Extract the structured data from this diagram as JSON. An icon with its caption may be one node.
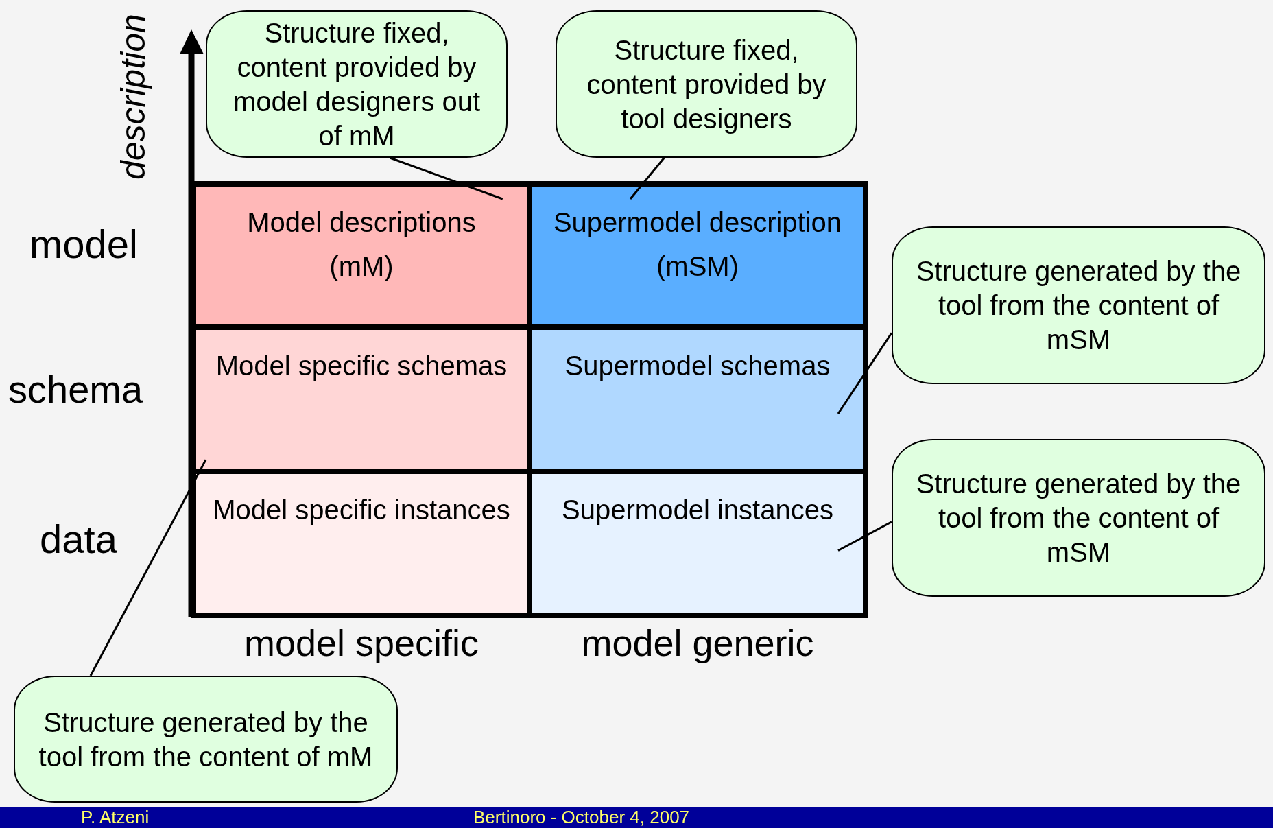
{
  "diagram": {
    "nodes": [
      {
        "text": [
          "Model descriptions (mM)"
        ]
      },
      {
        "text": [
          "Supermodel description (mSM)"
        ]
      },
      {
        "text": [
          "Model specific schemas"
        ]
      },
      {
        "text": [
          "Supermodel schemas"
        ]
      },
      {
        "text": [
          "Model specific instances"
        ]
      },
      {
        "text": [
          "Supermodel instances"
        ]
      },
      {
        "text": [
          "Structure fixed, content provided by model designers out of mM"
        ]
      },
      {
        "text": [
          "Structure generated by the tool from the content of mM"
        ]
      },
      {
        "text": [
          "Structure fixed, content provided by tool designers"
        ]
      },
      {
        "text": [
          "Structure generated by the tool from the content of mSM"
        ]
      },
      {
        "text": [
          "Structure generated by the tool from the content of mSM"
        ]
      }
    ],
    "edges": [
      {
        "from": 6,
        "to": 0,
        "arrow": "none"
      },
      {
        "from": 7,
        "to": 2,
        "arrow": "none"
      },
      {
        "from": 8,
        "to": 1,
        "arrow": "none"
      },
      {
        "from": 9,
        "to": 3,
        "arrow": "none"
      },
      {
        "from": 10,
        "to": 5,
        "arrow": "none"
      }
    ],
    "labels": [
      "description",
      "model",
      "schema",
      "data",
      "model specific",
      "model generic",
      "P. Atzeni",
      "Bertinoro - October 4, 2007"
    ]
  }
}
